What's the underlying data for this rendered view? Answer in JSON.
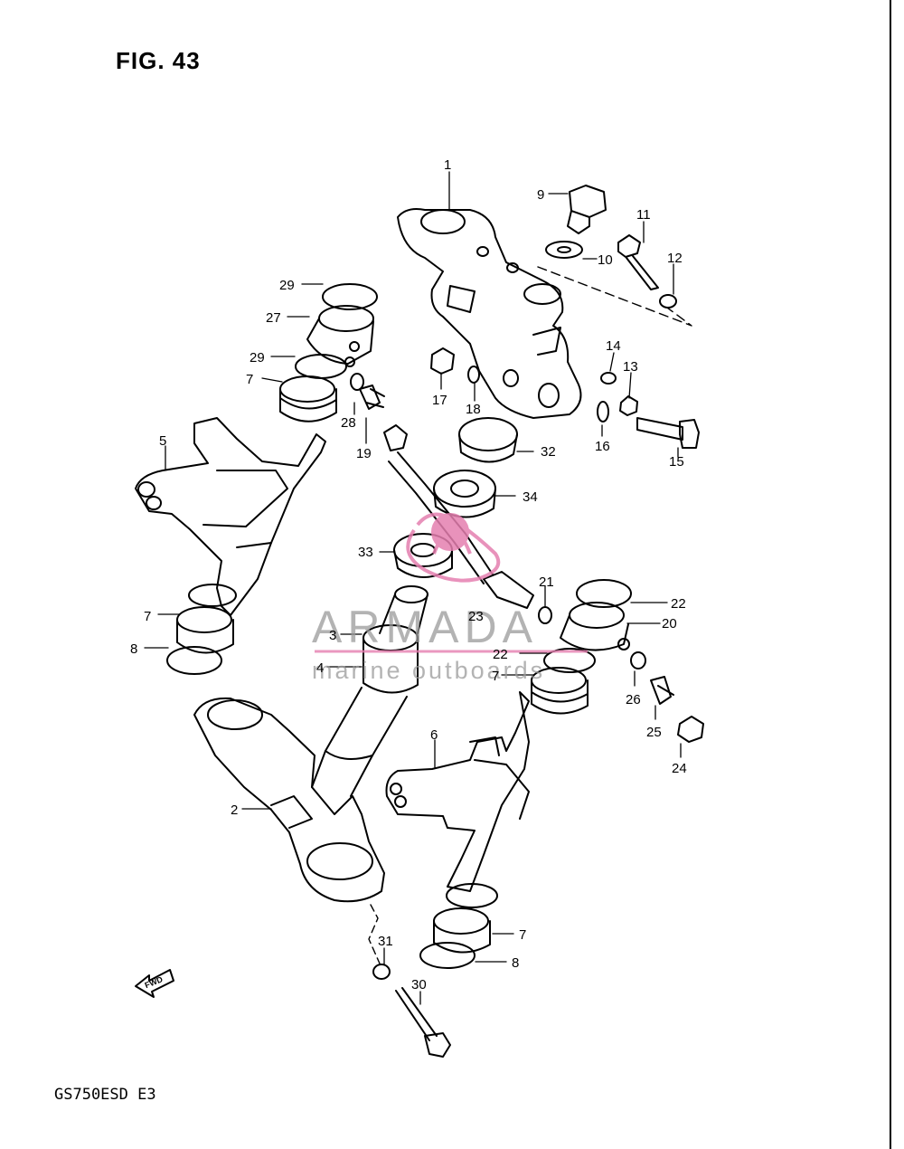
{
  "figure": {
    "title": "FIG. 43",
    "model": "GS750ESD  E3",
    "fwd_label": "FWD"
  },
  "watermark": {
    "brand": "ARMADA",
    "tagline": "marine outboards",
    "logo_color": "#e57fb0"
  },
  "colors": {
    "ink": "#000000",
    "watermark_text": "#9a9a9a"
  },
  "part_labels": {
    "p1": "1",
    "p2": "2",
    "p3": "3",
    "p4": "4",
    "p5": "5",
    "p6": "6",
    "p7a": "7",
    "p7b": "7",
    "p7c": "7",
    "p7d": "7",
    "p8a": "8",
    "p8b": "8",
    "p9": "9",
    "p10": "10",
    "p11": "11",
    "p12": "12",
    "p13": "13",
    "p14": "14",
    "p15": "15",
    "p16": "16",
    "p17": "17",
    "p18": "18",
    "p19": "19",
    "p20": "20",
    "p21": "21",
    "p22a": "22",
    "p22b": "22",
    "p23": "23",
    "p24": "24",
    "p25": "25",
    "p26": "26",
    "p27": "27",
    "p28": "28",
    "p29a": "29",
    "p29b": "29",
    "p30": "30",
    "p31": "31",
    "p32": "32",
    "p33": "33",
    "p34": "34"
  }
}
